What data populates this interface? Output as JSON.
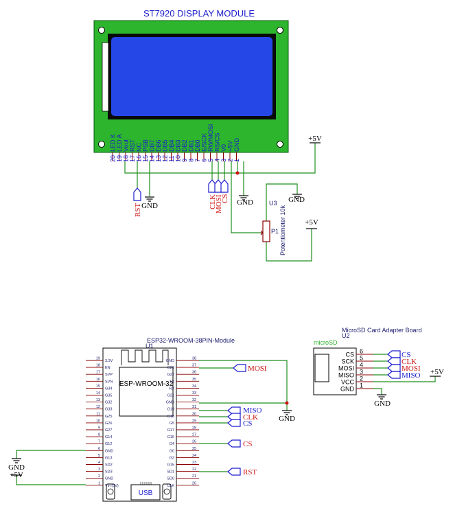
{
  "lcd": {
    "title": "ST7920 DISPLAY MODULE",
    "pin_names": [
      "LED K",
      "LED A",
      "Vout",
      "RST",
      "NC",
      "PSB",
      "DB7",
      "DB6",
      "DB5",
      "DB4",
      "DB3",
      "DB2",
      "DB1",
      "DB0",
      "E/SCK",
      "RW/MOSI",
      "RS/CS",
      "V0",
      "+5V",
      "GND"
    ],
    "pin_numbers": [
      "20",
      "19",
      "18",
      "17",
      "16",
      "15",
      "14",
      "13",
      "12",
      "11",
      "10",
      "9",
      "8",
      "7",
      "6",
      "5",
      "4",
      "3",
      "2",
      "1"
    ],
    "nets": {
      "rst": "RST",
      "clk": "CLK",
      "mosi": "MOSI",
      "cs": "CS",
      "gnd_a": "GND",
      "gnd_b": "GND",
      "gnd_c": "GND",
      "vcc_a": "+5V",
      "vcc_b": "+5V"
    }
  },
  "pot": {
    "ref": "U3",
    "name": "P1",
    "value": "Potentiometer 10k"
  },
  "esp32": {
    "title": "ESP32-WROOM-38PIN-Module",
    "ref": "U1",
    "module_label": "ESP-WROOM-32",
    "usb_label": "USB",
    "left_pins": [
      "3.3V",
      "EN",
      "SVP",
      "SVN",
      "G34",
      "G35",
      "G32",
      "G33",
      "G25",
      "G26",
      "G27",
      "G14",
      "G12",
      "GND",
      "G13",
      "SD2",
      "SD3",
      "GND",
      "Vin (5V)"
    ],
    "left_numbers": [
      "19",
      "18",
      "17",
      "16",
      "15",
      "14",
      "13",
      "12",
      "11",
      "10",
      "9",
      "8",
      "7",
      "6",
      "5",
      "4",
      "3",
      "2",
      "1"
    ],
    "right_pins": [
      "GND",
      "G23",
      "G22",
      "TX",
      "RX",
      "G21",
      "GND",
      "G19",
      "G18",
      "G5",
      "G17",
      "G16",
      "G4",
      "G0",
      "G2",
      "G15",
      "SD1",
      "SD0",
      "CLK"
    ],
    "right_numbers": [
      "38",
      "37",
      "36",
      "35",
      "34",
      "33",
      "32",
      "31",
      "30",
      "29",
      "28",
      "27",
      "26",
      "25",
      "24",
      "23",
      "22",
      "21",
      "20"
    ],
    "nets": {
      "mosi": "MOSI",
      "miso": "MISO",
      "clk": "CLK",
      "cs_a": "CS",
      "cs_b": "CS",
      "rst": "RST",
      "gnd_right": "GND",
      "gnd_left": "GND",
      "vcc_left": "+5V"
    }
  },
  "microsd": {
    "title": "MicroSD Card Adapter Board",
    "ref": "U2",
    "name": "microSD",
    "pins": [
      "CS",
      "SCK",
      "MOSI",
      "MISO",
      "VCC",
      "GND"
    ],
    "numbers": [
      "6",
      "5",
      "4",
      "3",
      "2",
      "1"
    ],
    "nets": {
      "cs": "CS",
      "clk": "CLK",
      "mosi": "MOSI",
      "miso": "MISO",
      "vcc": "+5V",
      "gnd": "GND"
    }
  },
  "colors": {
    "pcb": "#2db52d",
    "screen": "#2547e8",
    "wire": "#1f8f1f",
    "component": "#8b0000",
    "label_blue": "#1a1acc",
    "label_red": "#cc1111",
    "text_navy": "#1a1a6e"
  }
}
